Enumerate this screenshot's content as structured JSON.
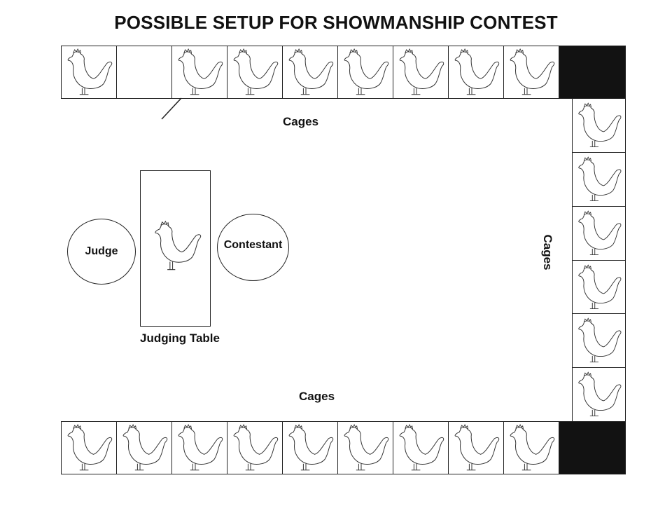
{
  "title": "POSSIBLE SETUP FOR SHOWMANSHIP CONTEST",
  "labels": {
    "cages_top": "Cages",
    "cages_right": "Cages",
    "cages_bottom": "Cages",
    "judge": "Judge",
    "contestant": "Contestant",
    "judging_table": "Judging Table"
  },
  "icons": {
    "cage_occupant": "rooster-icon",
    "table_occupant": "rooster-icon"
  },
  "colors": {
    "line": "#222222",
    "dark_cage": "#121212"
  },
  "cages": {
    "top_row": [
      "rooster",
      "empty",
      "rooster",
      "rooster",
      "rooster",
      "rooster",
      "rooster",
      "rooster",
      "rooster",
      "dark"
    ],
    "right_column": [
      "rooster",
      "rooster",
      "rooster",
      "rooster",
      "rooster",
      "rooster"
    ],
    "bottom_row": [
      "rooster",
      "rooster",
      "rooster",
      "rooster",
      "rooster",
      "rooster",
      "rooster",
      "rooster",
      "rooster",
      "dark"
    ]
  }
}
